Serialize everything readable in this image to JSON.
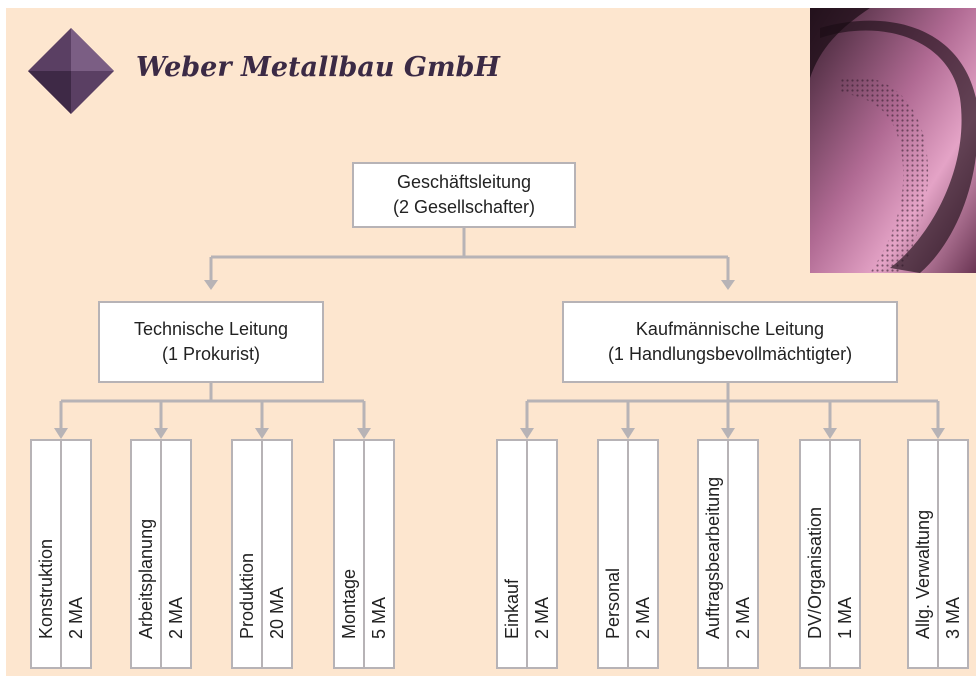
{
  "company": {
    "name": "Weber Metallbau GmbH"
  },
  "colors": {
    "background": "#fde6cf",
    "line": "#b7b3b6",
    "logo": "#5a3f63"
  },
  "top": {
    "title": "Geschäftsleitung",
    "subtitle": "(2 Gesellschafter)"
  },
  "technical": {
    "title": "Technische Leitung",
    "subtitle": "(1 Prokurist)"
  },
  "commercial": {
    "title": "Kaufmännische Leitung",
    "subtitle": "(1 Handlungsbevollmächtigter)"
  },
  "units": [
    {
      "name": "Konstruktion",
      "staff": "2 MA"
    },
    {
      "name": "Arbeitsplanung",
      "staff": "2 MA"
    },
    {
      "name": "Produktion",
      "staff": "20 MA"
    },
    {
      "name": "Montage",
      "staff": "5 MA"
    },
    {
      "name": "Einkauf",
      "staff": "2 MA"
    },
    {
      "name": "Personal",
      "staff": "2 MA"
    },
    {
      "name": "Auftragsbearbeitung",
      "staff": "2 MA"
    },
    {
      "name": "DV/Organisation",
      "staff": "1 MA"
    },
    {
      "name": "Allg. Verwaltung",
      "staff": "3 MA"
    }
  ]
}
